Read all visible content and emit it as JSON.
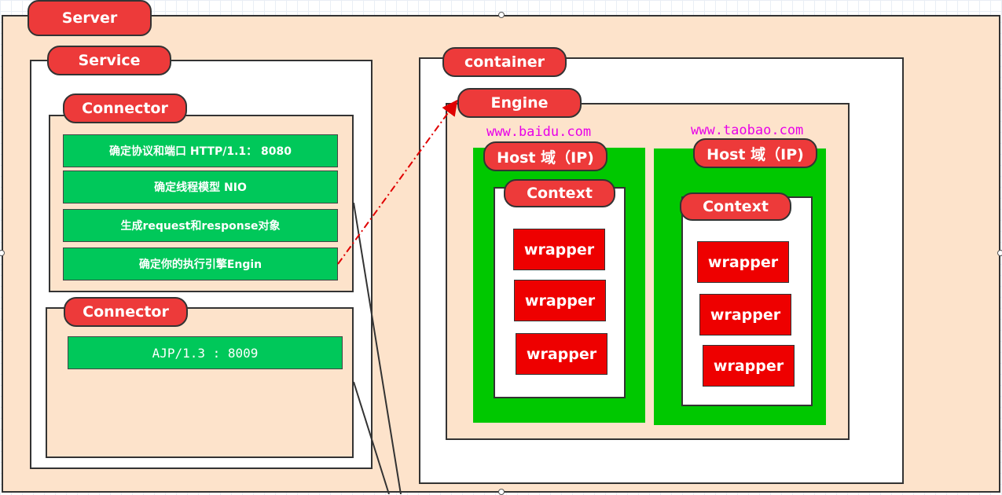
{
  "server": {
    "label": "Server"
  },
  "service": {
    "label": "Service",
    "connector1": {
      "label": "Connector",
      "steps": [
        "确定协议和端口 HTTP/1.1： 8080",
        "确定线程模型 NIO",
        "生成request和response对象",
        "确定你的执行引擎Engin"
      ]
    },
    "connector2": {
      "label": "Connector",
      "protocol": "AJP/1.3 : 8009"
    }
  },
  "container": {
    "label": "container",
    "engine": {
      "label": "Engine",
      "hosts": [
        {
          "domain": "www.baidu.com",
          "label": "Host 域（IP)",
          "context": {
            "label": "Context",
            "wrappers": [
              "wrapper",
              "wrapper",
              "wrapper"
            ]
          }
        },
        {
          "domain": "www.taobao.com",
          "label": "Host 域（IP)",
          "context": {
            "label": "Context",
            "wrappers": [
              "wrapper",
              "wrapper",
              "wrapper"
            ]
          }
        }
      ]
    }
  },
  "colors": {
    "peach": "#fde3cb",
    "label_red": "#ed3a3a",
    "wrapper_red": "#ee0000",
    "host_green": "#00c800",
    "step_green": "#00c85a",
    "domain_magenta": "#e800e8"
  }
}
